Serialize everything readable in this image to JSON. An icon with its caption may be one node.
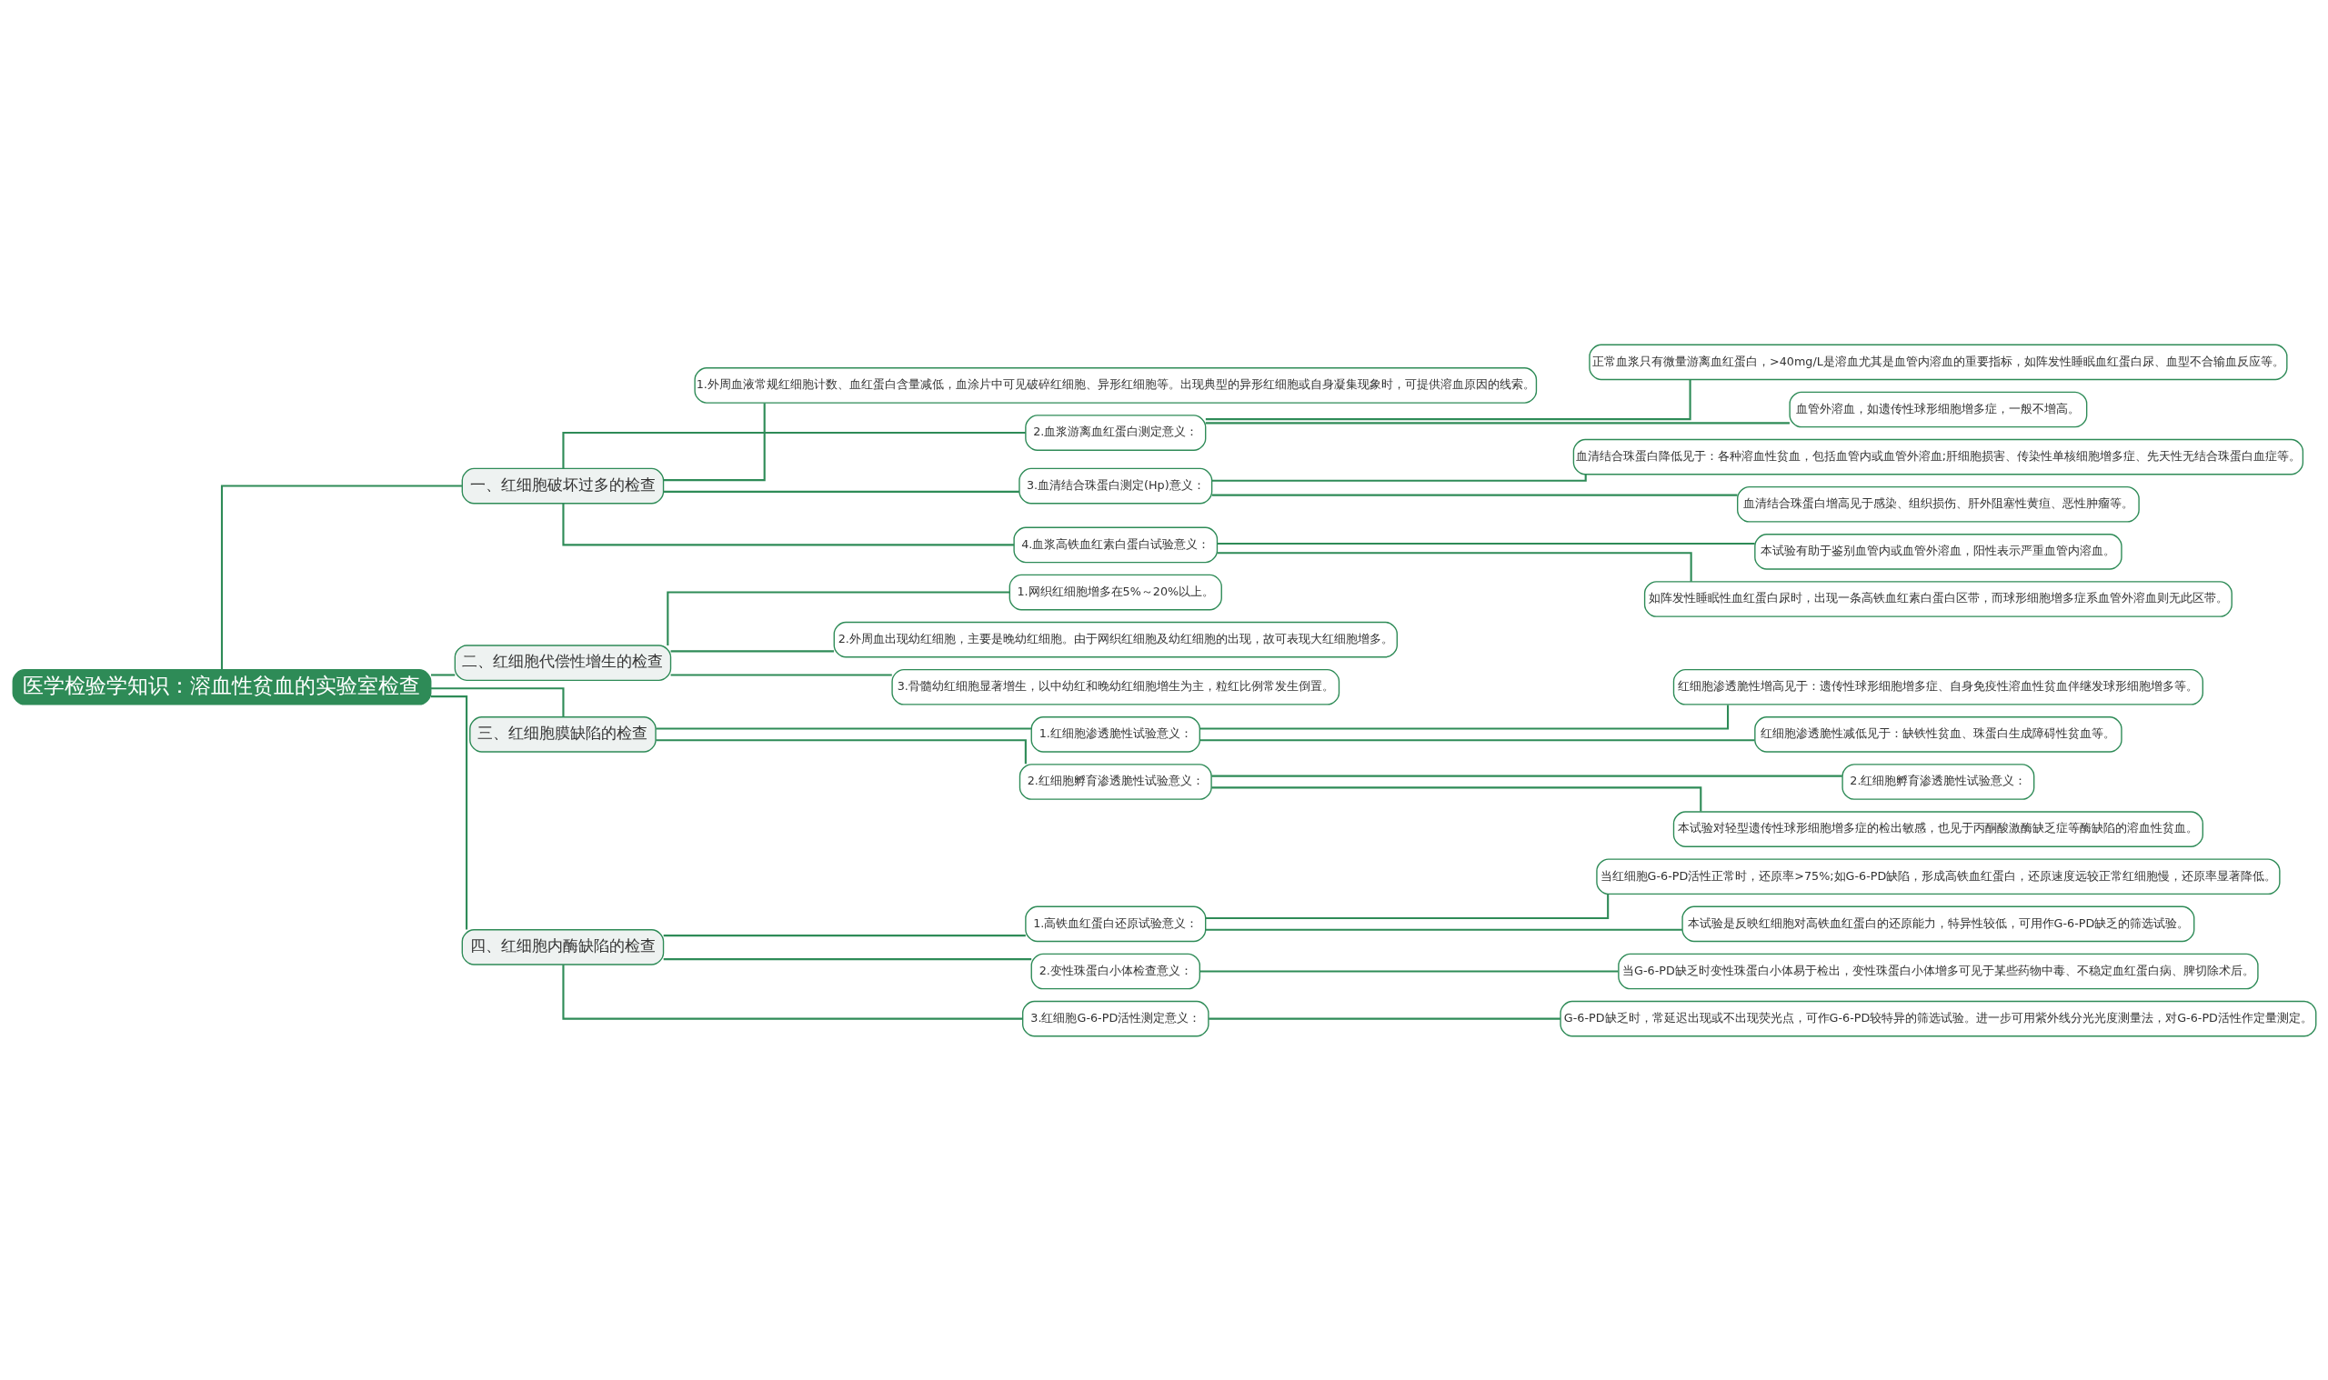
{
  "diagram": {
    "nodes": [
      {
        "text": [
          "医学检验学知识：溶血性贫血的实验室检查"
        ]
      },
      {
        "text": [
          "一、红细胞破坏过多的检查"
        ]
      },
      {
        "text": [
          "1.外周血液常规红细胞计数、血红蛋白含量减低，血涂片中可见破碎红细胞、异形红细胞等。出现典型的异形红细胞或自身凝集现象时，可提供溶血原因的线索。"
        ]
      },
      {
        "text": [
          "2.血浆游离血红蛋白测定意义："
        ]
      },
      {
        "text": [
          "正常血浆只有微量游离血红蛋白，>40mg/L是溶血尤其是血管内溶血的重要指标，如阵发性睡眠血红蛋白尿、血型不合输血反应等。"
        ]
      },
      {
        "text": [
          "血管外溶血，如遗传性球形细胞增多症，一般不增高。"
        ]
      },
      {
        "text": [
          "3.血清结合珠蛋白测定(Hp)意义："
        ]
      },
      {
        "text": [
          "血清结合珠蛋白降低见于：各种溶血性贫血，包括血管内或血管外溶血;肝细胞损害、传染性单核细胞增多症、先天性无结合珠蛋白血症等。"
        ]
      },
      {
        "text": [
          "血清结合珠蛋白增高见于感染、组织损伤、肝外阻塞性黄疸、恶性肿瘤等。"
        ]
      },
      {
        "text": [
          "4.血浆高铁血红素白蛋白试验意义："
        ]
      },
      {
        "text": [
          "本试验有助于鉴别血管内或血管外溶血，阳性表示严重血管内溶血。"
        ]
      },
      {
        "text": [
          "如阵发性睡眠性血红蛋白尿时，出现一条高铁血红素白蛋白区带，而球形细胞增多症系血管外溶血则无此区带。"
        ]
      },
      {
        "text": [
          "二、红细胞代偿性增生的检查"
        ]
      },
      {
        "text": [
          "1.网织红细胞增多在5%～20%以上。"
        ]
      },
      {
        "text": [
          "2.外周血出现幼红细胞，主要是晚幼红细胞。由于网织红细胞及幼红细胞的出现，故可表现大红细胞增多。"
        ]
      },
      {
        "text": [
          "3.骨髓幼红细胞显著增生，以中幼红和晚幼红细胞增生为主，粒红比例常发生倒置。"
        ]
      },
      {
        "text": [
          "三、红细胞膜缺陷的检查"
        ]
      },
      {
        "text": [
          "1.红细胞渗透脆性试验意义："
        ]
      },
      {
        "text": [
          "红细胞渗透脆性增高见于：遗传性球形细胞增多症、自身免疫性溶血性贫血伴继发球形细胞增多等。"
        ]
      },
      {
        "text": [
          "红细胞渗透脆性减低见于：缺铁性贫血、珠蛋白生成障碍性贫血等。"
        ]
      },
      {
        "text": [
          "2.红细胞孵育渗透脆性试验意义："
        ]
      },
      {
        "text": [
          "2.红细胞孵育渗透脆性试验意义："
        ]
      },
      {
        "text": [
          "本试验对轻型遗传性球形细胞增多症的检出敏感，也见于丙酮酸激酶缺乏症等酶缺陷的溶血性贫血。"
        ]
      },
      {
        "text": [
          "四、红细胞内酶缺陷的检查"
        ]
      },
      {
        "text": [
          "1.高铁血红蛋白还原试验意义："
        ]
      },
      {
        "text": [
          "当红细胞G-6-PD活性正常时，还原率>75%;如G-6-PD缺陷，形成高铁血红蛋白，还原速度远较正常红细胞慢，还原率显著降低。"
        ]
      },
      {
        "text": [
          "本试验是反映红细胞对高铁血红蛋白的还原能力，特异性较低，可用作G-6-PD缺乏的筛选试验。"
        ]
      },
      {
        "text": [
          "2.变性珠蛋白小体检查意义："
        ]
      },
      {
        "text": [
          "当G-6-PD缺乏时变性珠蛋白小体易于检出，变性珠蛋白小体增多可见于某些药物中毒、不稳定血红蛋白病、脾切除术后。"
        ]
      },
      {
        "text": [
          "3.红细胞G-6-PD活性测定意义："
        ]
      },
      {
        "text": [
          "G-6-PD缺乏时，常延迟出现或不出现荧光点，可作G-6-PD较特异的筛选试验。进一步可用紫外线分光光度测量法，对G-6-PD活性作定量测定。"
        ]
      }
    ],
    "edges": [
      {
        "from": 0,
        "to": 1,
        "arrow": "none"
      },
      {
        "from": 1,
        "to": 2,
        "arrow": "none"
      },
      {
        "from": 1,
        "to": 3,
        "arrow": "none"
      },
      {
        "from": 3,
        "to": 4,
        "arrow": "none"
      },
      {
        "from": 3,
        "to": 5,
        "arrow": "none"
      },
      {
        "from": 1,
        "to": 6,
        "arrow": "none"
      },
      {
        "from": 6,
        "to": 7,
        "arrow": "none"
      },
      {
        "from": 6,
        "to": 8,
        "arrow": "none"
      },
      {
        "from": 1,
        "to": 9,
        "arrow": "none"
      },
      {
        "from": 9,
        "to": 10,
        "arrow": "none"
      },
      {
        "from": 9,
        "to": 11,
        "arrow": "none"
      },
      {
        "from": 0,
        "to": 12,
        "arrow": "none"
      },
      {
        "from": 12,
        "to": 13,
        "arrow": "none"
      },
      {
        "from": 12,
        "to": 14,
        "arrow": "none"
      },
      {
        "from": 12,
        "to": 15,
        "arrow": "none"
      },
      {
        "from": 0,
        "to": 16,
        "arrow": "none"
      },
      {
        "from": 16,
        "to": 17,
        "arrow": "none"
      },
      {
        "from": 17,
        "to": 18,
        "arrow": "none"
      },
      {
        "from": 17,
        "to": 19,
        "arrow": "none"
      },
      {
        "from": 16,
        "to": 20,
        "arrow": "none"
      },
      {
        "from": 20,
        "to": 21,
        "arrow": "none"
      },
      {
        "from": 20,
        "to": 22,
        "arrow": "none"
      },
      {
        "from": 0,
        "to": 23,
        "arrow": "none"
      },
      {
        "from": 23,
        "to": 24,
        "arrow": "none"
      },
      {
        "from": 24,
        "to": 25,
        "arrow": "none"
      },
      {
        "from": 24,
        "to": 26,
        "arrow": "none"
      },
      {
        "from": 23,
        "to": 27,
        "arrow": "none"
      },
      {
        "from": 27,
        "to": 28,
        "arrow": "none"
      },
      {
        "from": 23,
        "to": 29,
        "arrow": "none"
      },
      {
        "from": 29,
        "to": 30,
        "arrow": "none"
      }
    ]
  }
}
